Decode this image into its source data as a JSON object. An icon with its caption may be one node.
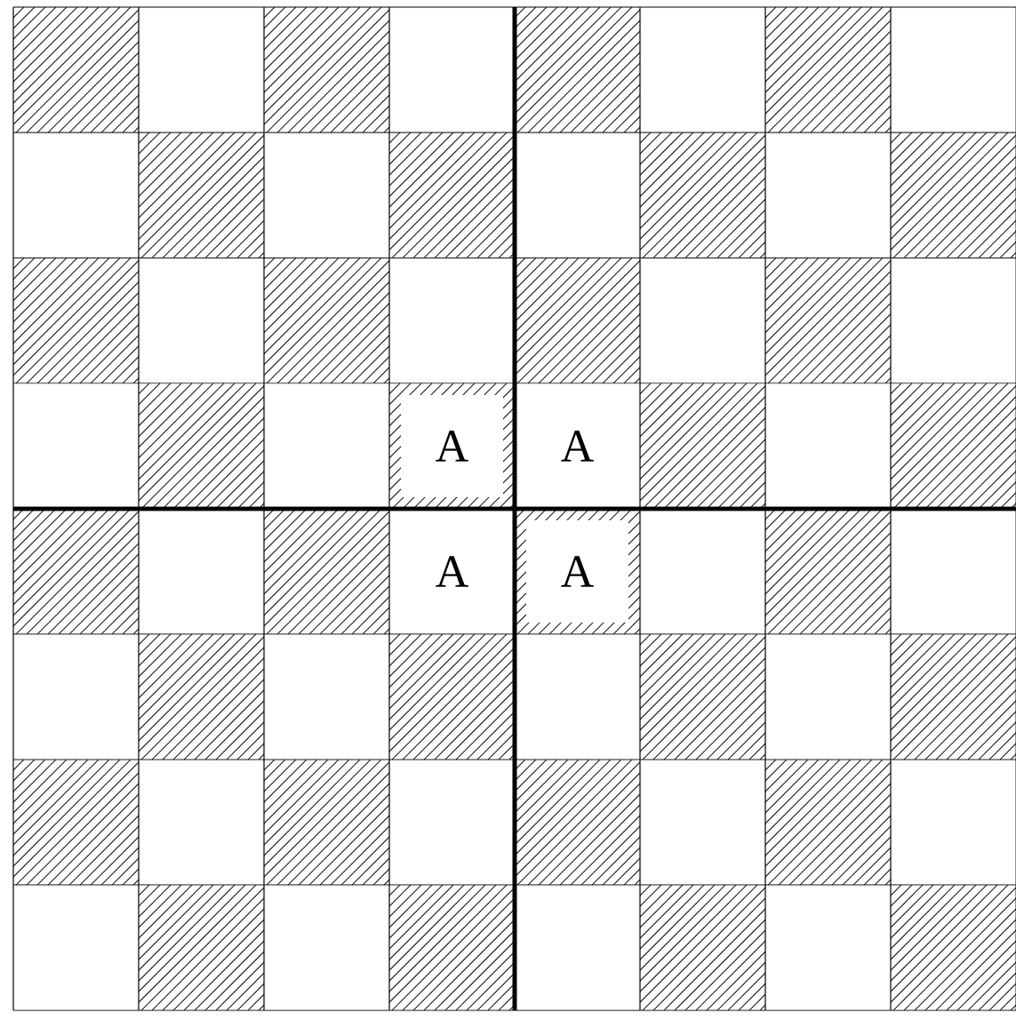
{
  "diagram": {
    "labels": [
      "A",
      "A",
      "A",
      "A"
    ]
  }
}
